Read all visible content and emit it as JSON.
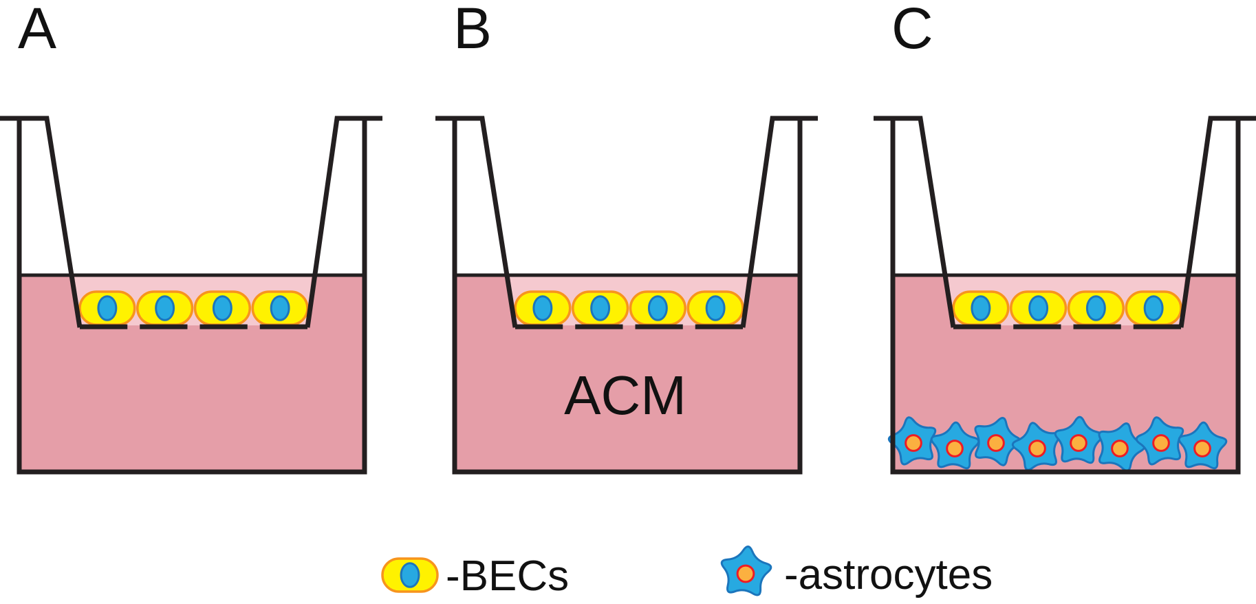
{
  "panels": [
    {
      "letter": "A",
      "medium_label": "",
      "has_astrocytes": false
    },
    {
      "letter": "B",
      "medium_label": "ACM",
      "has_astrocytes": false
    },
    {
      "letter": "C",
      "medium_label": "",
      "has_astrocytes": true
    }
  ],
  "cells_per_insert": 4,
  "astrocytes_per_well": 8,
  "legend": {
    "becs_label": "-BECs",
    "astrocytes_label": "-astrocytes"
  },
  "colors": {
    "medium": "#e59ea8",
    "medium_light": "#f5c9cf",
    "wall": "#231f20",
    "bec_fill": "#fff200",
    "bec_outline": "#f7941d",
    "bec_nucleus": "#27a9e1",
    "bec_nucleus_outline": "#1b75bc",
    "astro_fill": "#27a9e1",
    "astro_outline": "#1b75bc",
    "astro_nucleus": "#fbb040",
    "astro_nucleus_outline": "#ed1c24"
  },
  "icons": [
    "bec-cell-icon",
    "astrocyte-icon"
  ]
}
